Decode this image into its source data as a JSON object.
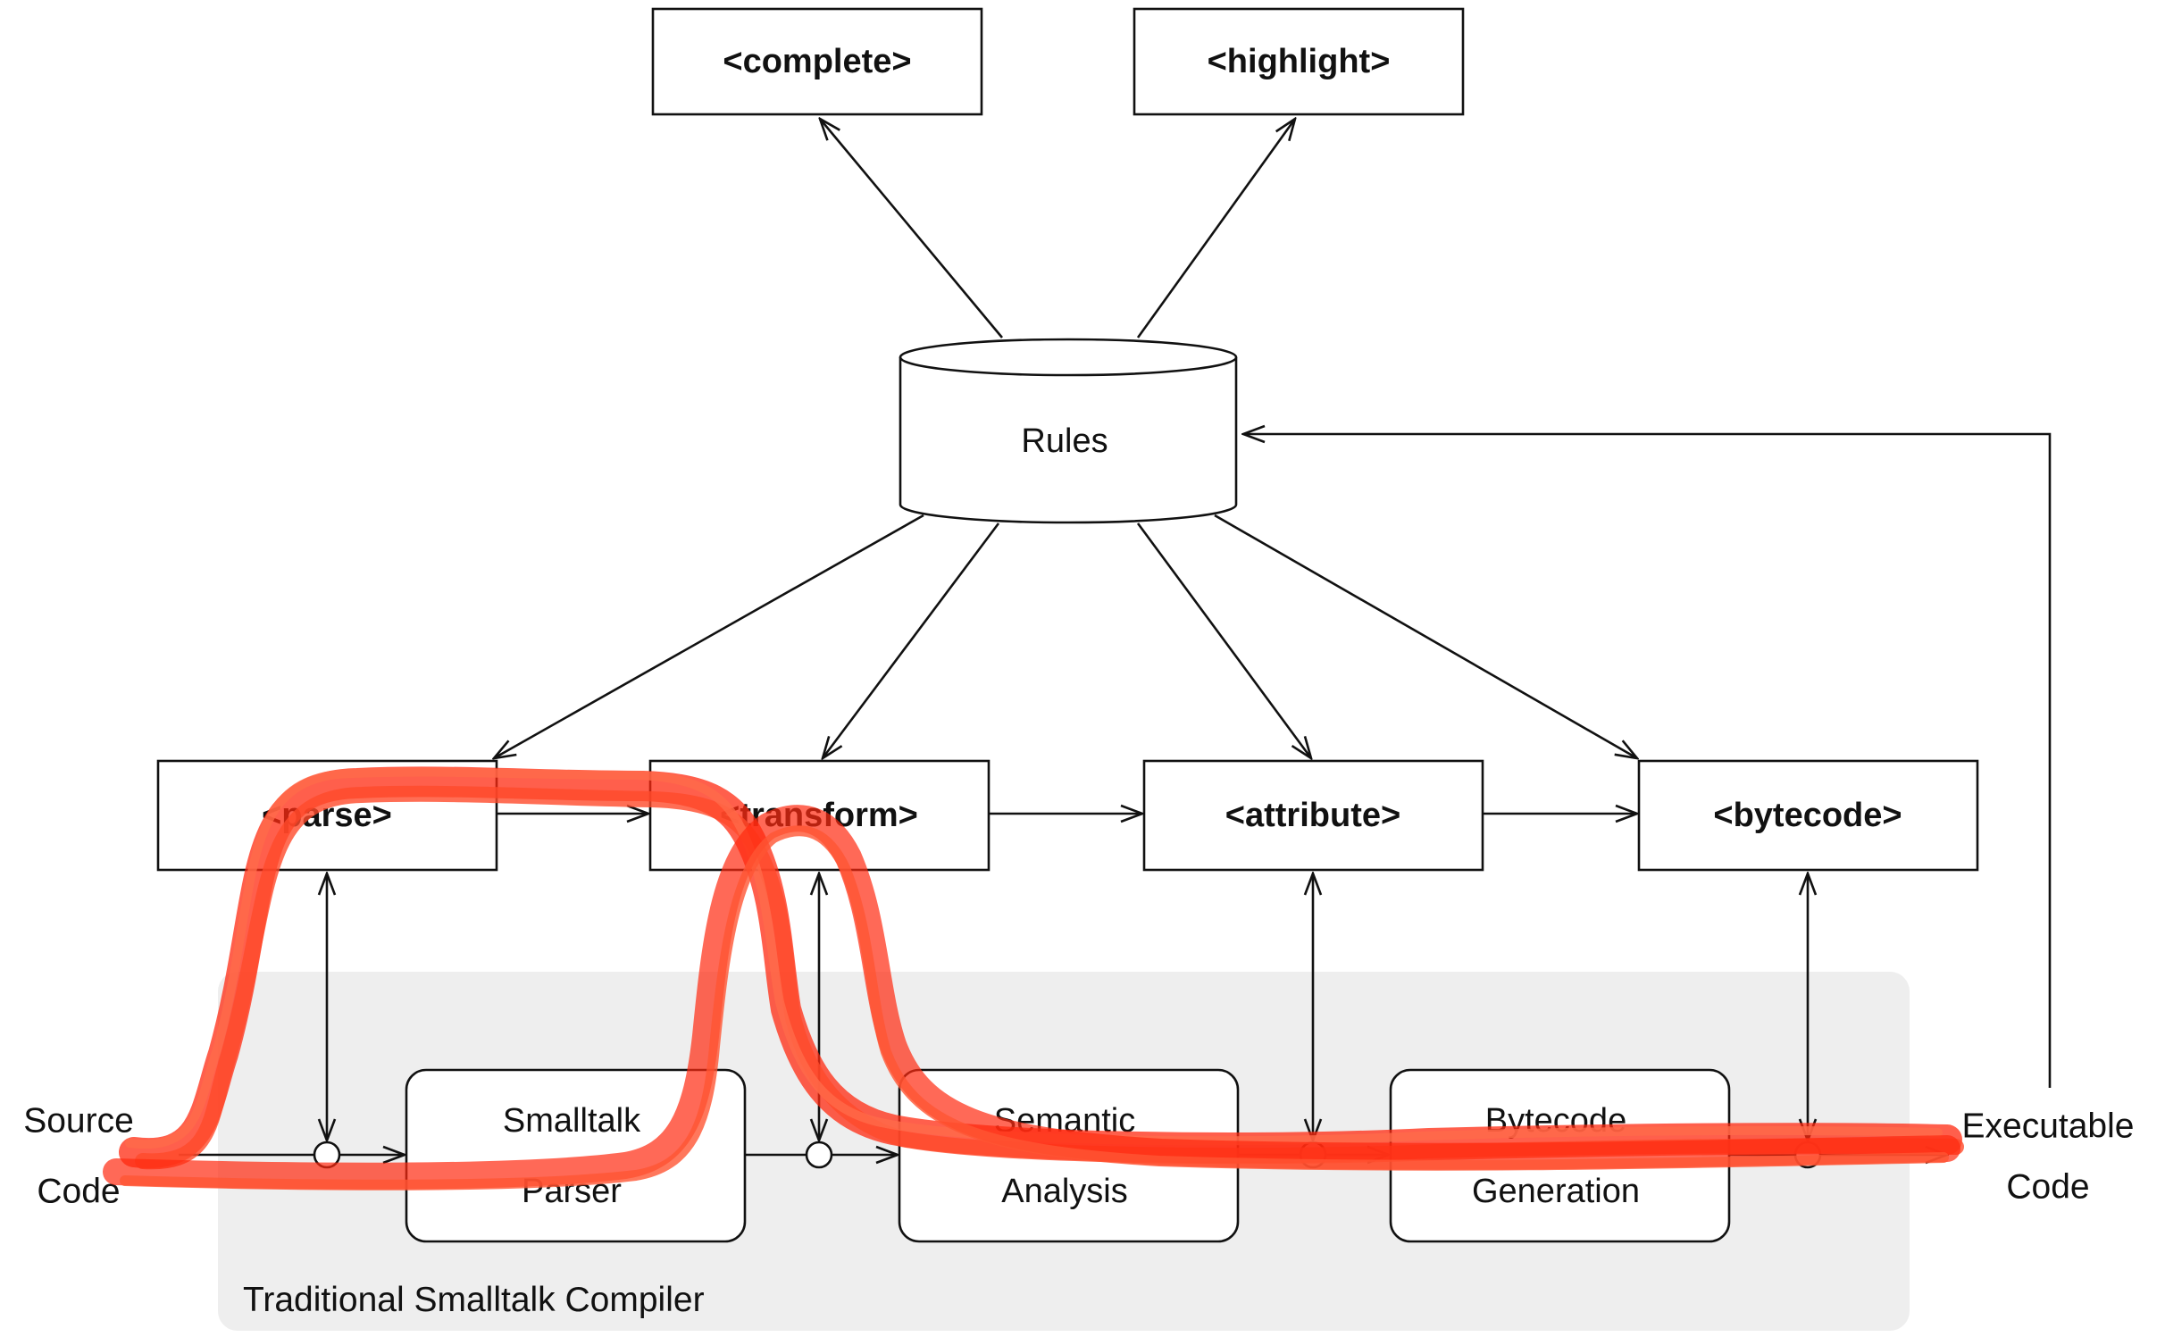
{
  "output_boxes": {
    "complete": "<complete>",
    "highlight": "<highlight>"
  },
  "repository": {
    "label": "Rules"
  },
  "hook_boxes": {
    "parse": "<parse>",
    "transform": "<transform>",
    "attribute": "<attribute>",
    "bytecode": "<bytecode>"
  },
  "compiler": {
    "title": "Traditional Smalltalk Compiler",
    "stages": [
      {
        "line1": "Smalltalk",
        "line2": "Parser"
      },
      {
        "line1": "Semantic",
        "line2": "Analysis"
      },
      {
        "line1": "Bytecode",
        "line2": "Generation"
      }
    ]
  },
  "endpoints": {
    "input_line1": "Source",
    "input_line2": "Code",
    "output_line1": "Executable",
    "output_line2": "Code"
  },
  "colors": {
    "line": "#111111",
    "box_fill": "#ffffff",
    "compiler_bg": "#eeeeee",
    "scribble": "#ff2a10"
  }
}
